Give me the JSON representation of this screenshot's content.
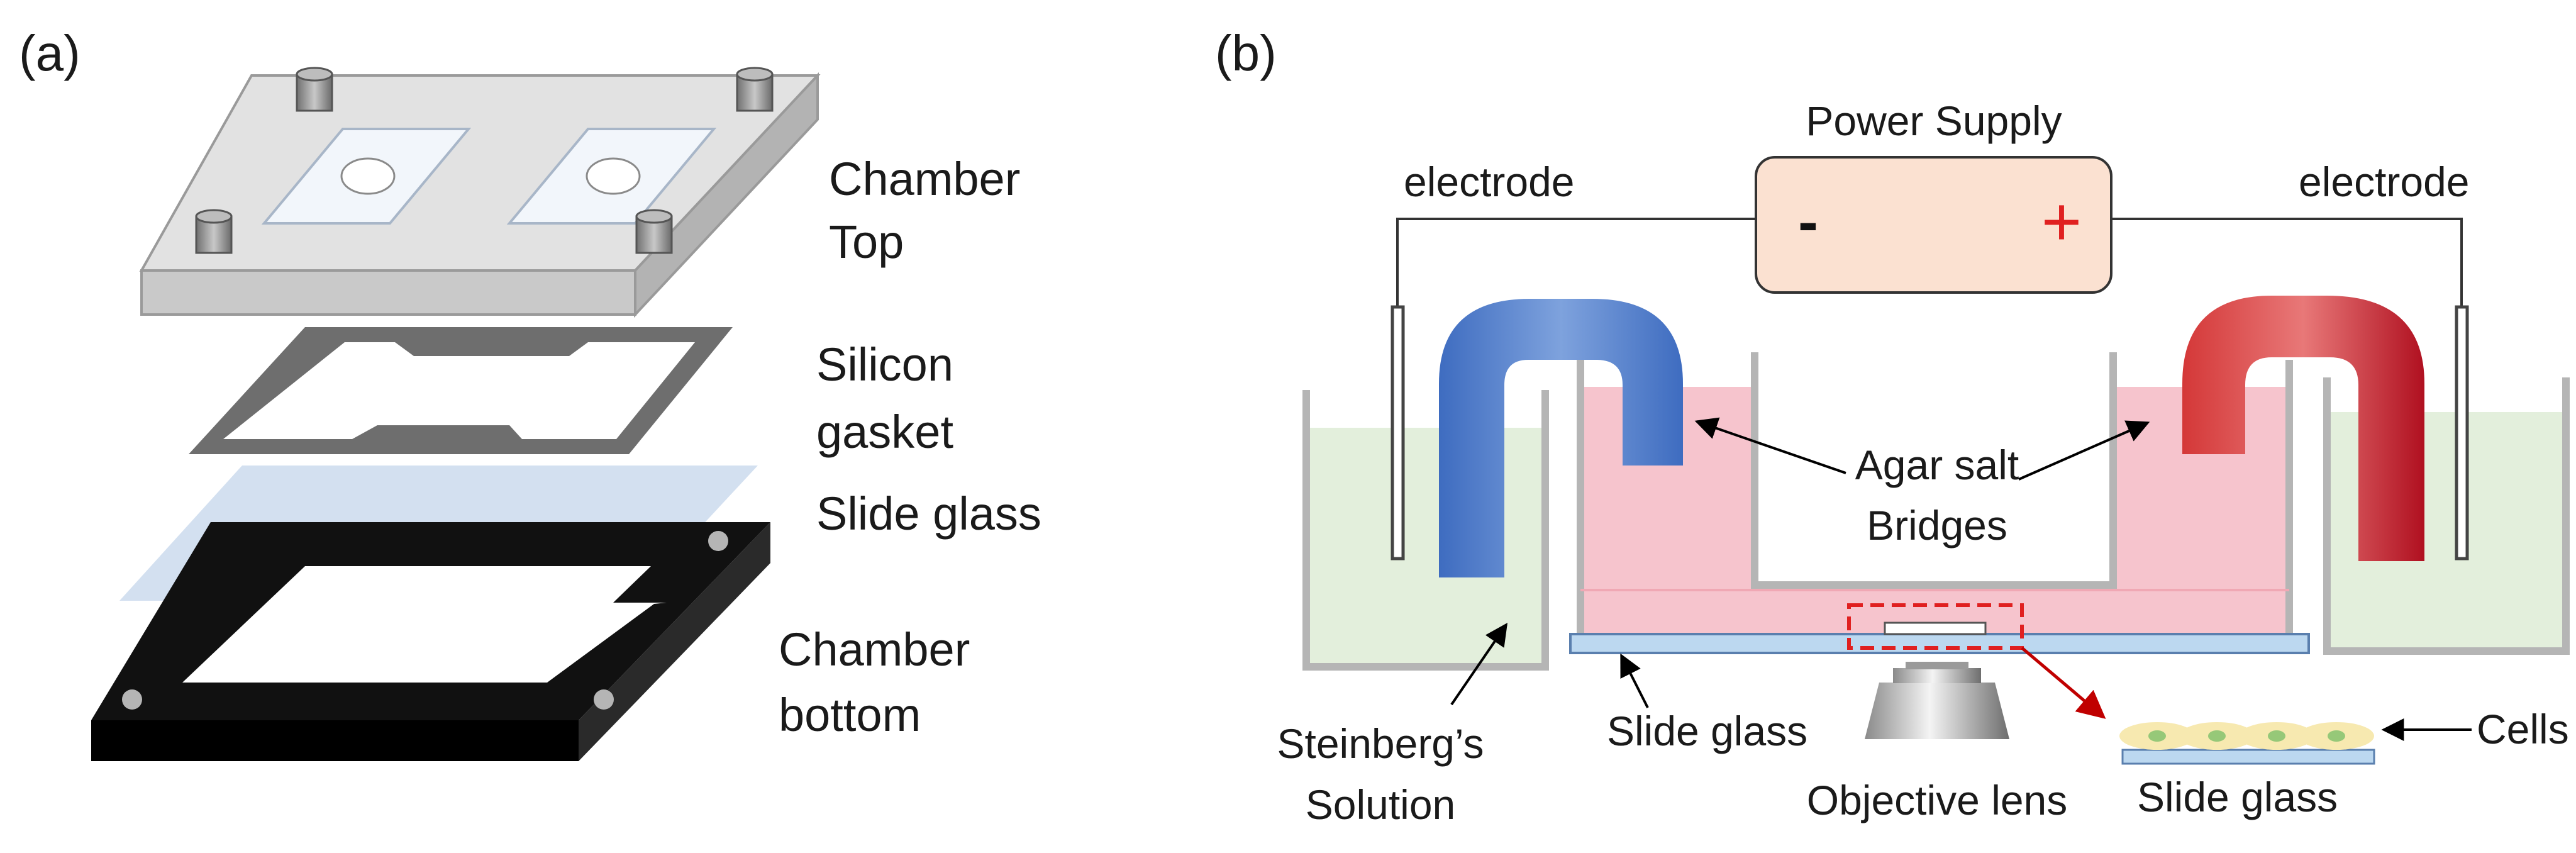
{
  "panel_a": {
    "label": "(a)",
    "chamber_top": [
      "Chamber",
      "Top"
    ],
    "silicon_gasket": [
      "Silicon",
      "gasket"
    ],
    "slide_glass": "Slide glass",
    "chamber_bottom": [
      "Chamber",
      "bottom"
    ]
  },
  "panel_b": {
    "label": "(b)",
    "power_supply": "Power Supply",
    "minus": "-",
    "plus": "+",
    "electrode_left": "electrode",
    "electrode_right": "electrode",
    "agar_bridges": [
      "Agar salt",
      "Bridges"
    ],
    "steinberg": [
      "Steinberg’s",
      "Solution"
    ],
    "slide_glass_center": "Slide glass",
    "objective_lens": "Objective lens",
    "slide_glass_inset": "Slide glass",
    "cells": "Cells"
  },
  "colors": {
    "steinberg_solution": "#e3efdc",
    "pink_medium": "#f6c4cd",
    "blue_bridge": "#4a78c8",
    "red_bridge": "#c41e2a",
    "power_box": "#fbe1d1",
    "slide_glass": "#bcd8f0",
    "cells": "#f7e9b0"
  }
}
